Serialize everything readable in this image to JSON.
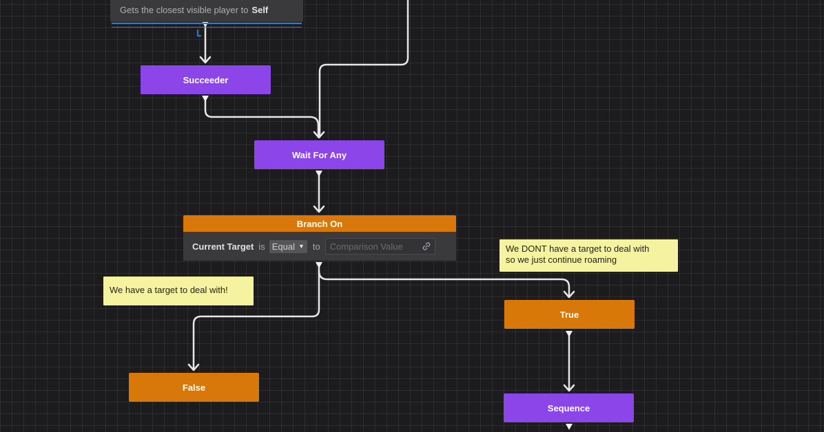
{
  "getter_node": {
    "description": "Gets the closest visible player to",
    "target": "Self"
  },
  "nodes": {
    "succeeder": "Succeeder",
    "wait_for_any": "Wait For Any",
    "true_node": "True",
    "false_node": "False",
    "sequence": "Sequence"
  },
  "branch": {
    "title": "Branch On",
    "field_label": "Current Target",
    "is_label": "is",
    "comparator_value": "Equal",
    "to_label": "to",
    "comparison_placeholder": "Comparison Value"
  },
  "notes": {
    "false_note": "We have a target to deal with!",
    "true_note_line1": "We DONT have a target to deal with",
    "true_note_line2": "so we just continue roaming"
  },
  "colors": {
    "background": "#1c1c1e",
    "action_node": "#8b45e8",
    "decorator_node": "#d9780a",
    "comment_note": "#f6f3a0",
    "selection_outline": "#2a7fd4"
  }
}
